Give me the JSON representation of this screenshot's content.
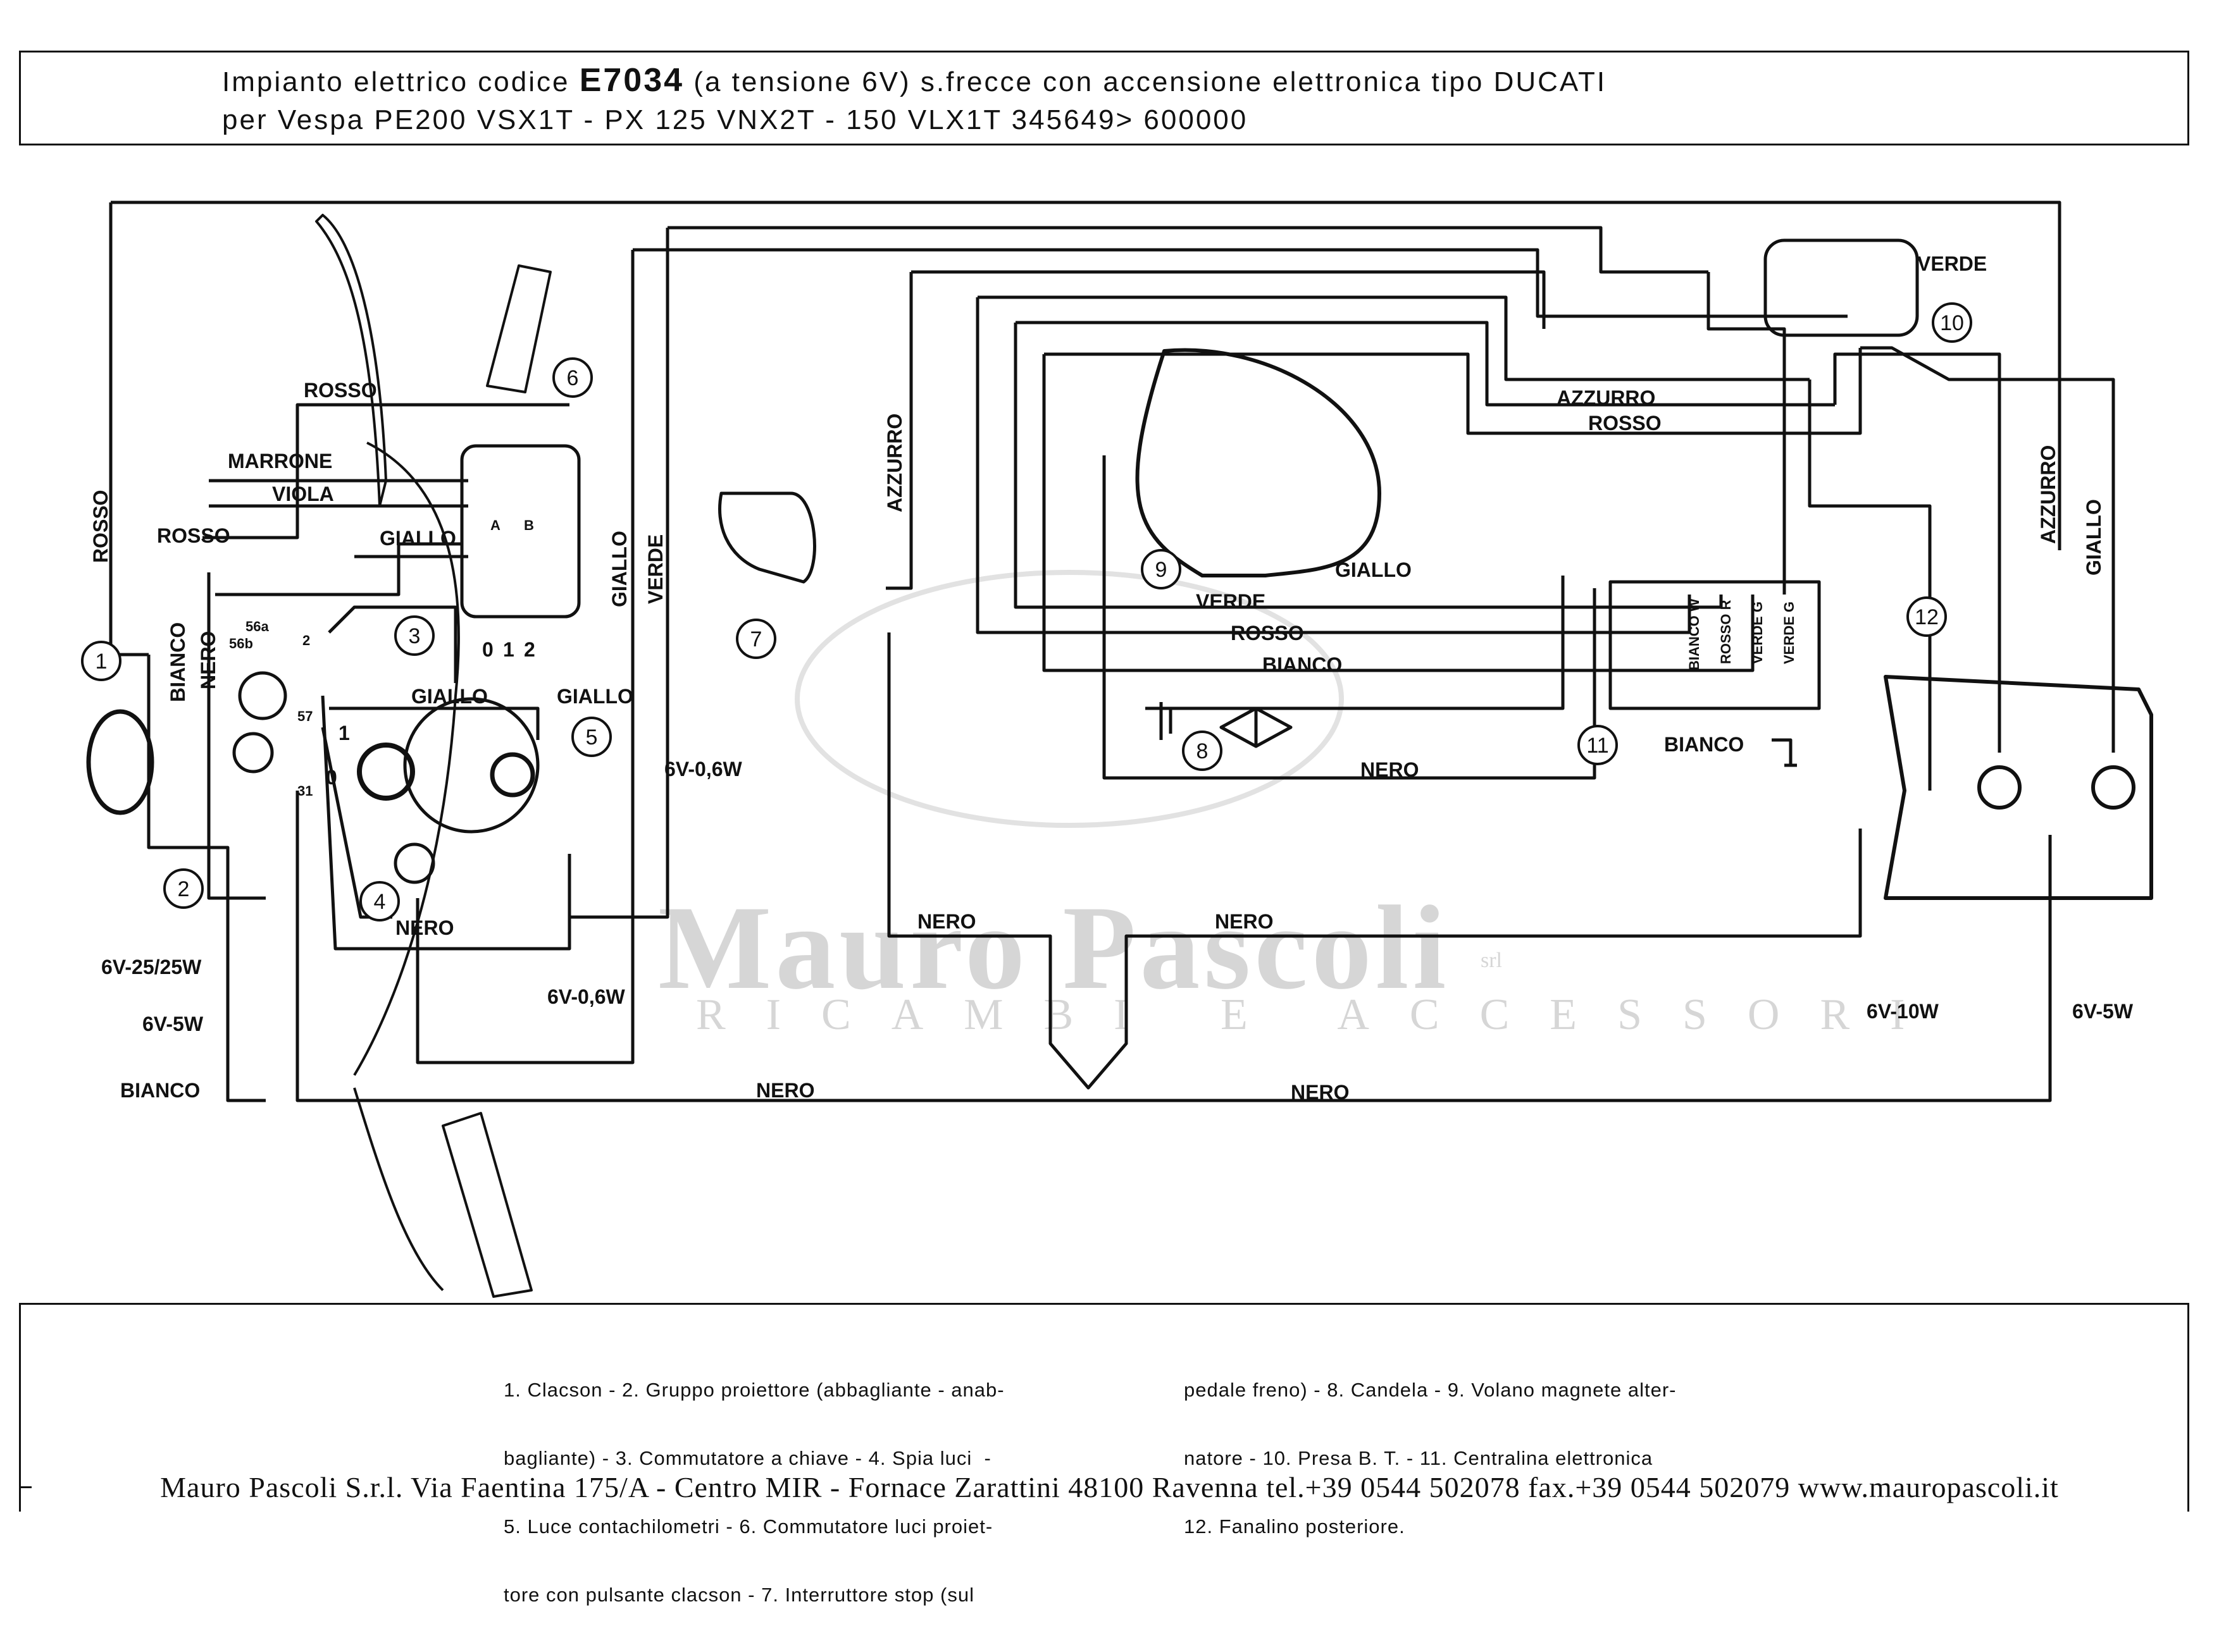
{
  "title": {
    "line1_pre": "Impianto elettrico codice ",
    "line1_code": "E7034",
    "line1_post": " (a tensione 6V) s.frecce con accensione elettronica tipo DUCATI",
    "line2": "per Vespa PE200 VSX1T - PX 125 VNX2T - 150 VLX1T 345649> 600000"
  },
  "wire_labels": {
    "rosso": "ROSSO",
    "marrone": "MARRONE",
    "viola": "VIOLA",
    "giallo": "GIALLO",
    "verde": "VERDE",
    "bianco": "BIANCO",
    "nero": "NERO",
    "azzurro": "AZZURRO"
  },
  "ratings": {
    "r1": "6V-0,6W",
    "r2": "6V-0,6W",
    "r3": "6V-25/25W",
    "r4": "6V-5W",
    "r5": "6V-10W",
    "r6": "6V-5W"
  },
  "terminals": {
    "t56a": "56a",
    "t56b": "56b",
    "t57": "57",
    "t31": "31",
    "t2": "2",
    "sw0": "0",
    "sw1": "1",
    "swA": "A",
    "swB": "B",
    "pos0": "0",
    "pos1": "1",
    "pos2": "2"
  },
  "module_pins": [
    "BIANCO W",
    "ROSSO R",
    "VERDE G",
    "VERDE G"
  ],
  "components": [
    "1",
    "2",
    "3",
    "4",
    "5",
    "6",
    "7",
    "8",
    "9",
    "10",
    "11",
    "12"
  ],
  "legend": {
    "col_a": [
      {
        "n": "1.",
        "t": " Clacson - "
      },
      {
        "n": "2.",
        "t": " Gruppo proiettore (abbagliante - anab-"
      },
      {
        "n": "",
        "t": "bagliante) - "
      },
      {
        "n": "3.",
        "t": " Commutatore a chiave - "
      },
      {
        "n": "4.",
        "t": " Spia luci -"
      },
      {
        "n": "5.",
        "t": " Luce contachilometri - "
      },
      {
        "n": "6.",
        "t": " Commutatore luci proiet-"
      },
      {
        "n": "",
        "t": "tore con pulsante clacson - "
      },
      {
        "n": "7.",
        "t": " Interruttore stop (sul"
      }
    ],
    "col_a_lines": [
      "1. Clacson - 2. Gruppo proiettore (abbagliante - anab-",
      "bagliante) - 3. Commutatore a chiave - 4. Spia luci  -",
      "5. Luce contachilometri - 6. Commutatore luci proiet-",
      "tore con pulsante clacson - 7. Interruttore stop (sul"
    ],
    "col_b_lines": [
      "pedale freno) - 8. Candela - 9. Volano magnete alter-",
      "natore - 10. Presa B. T. - 11. Centralina elettronica",
      "12. Fanalino posteriore."
    ]
  },
  "watermark": {
    "name": "Mauro Pascoli",
    "srl": "srl",
    "sub": "RICAMBI E ACCESSORI"
  },
  "footer": "Mauro Pascoli S.r.l. Via Faentina 175/A - Centro MIR - Fornace Zarattini 48100 Ravenna tel.+39 0544 502078 fax.+39 0544 502079 www.mauropascoli.it"
}
